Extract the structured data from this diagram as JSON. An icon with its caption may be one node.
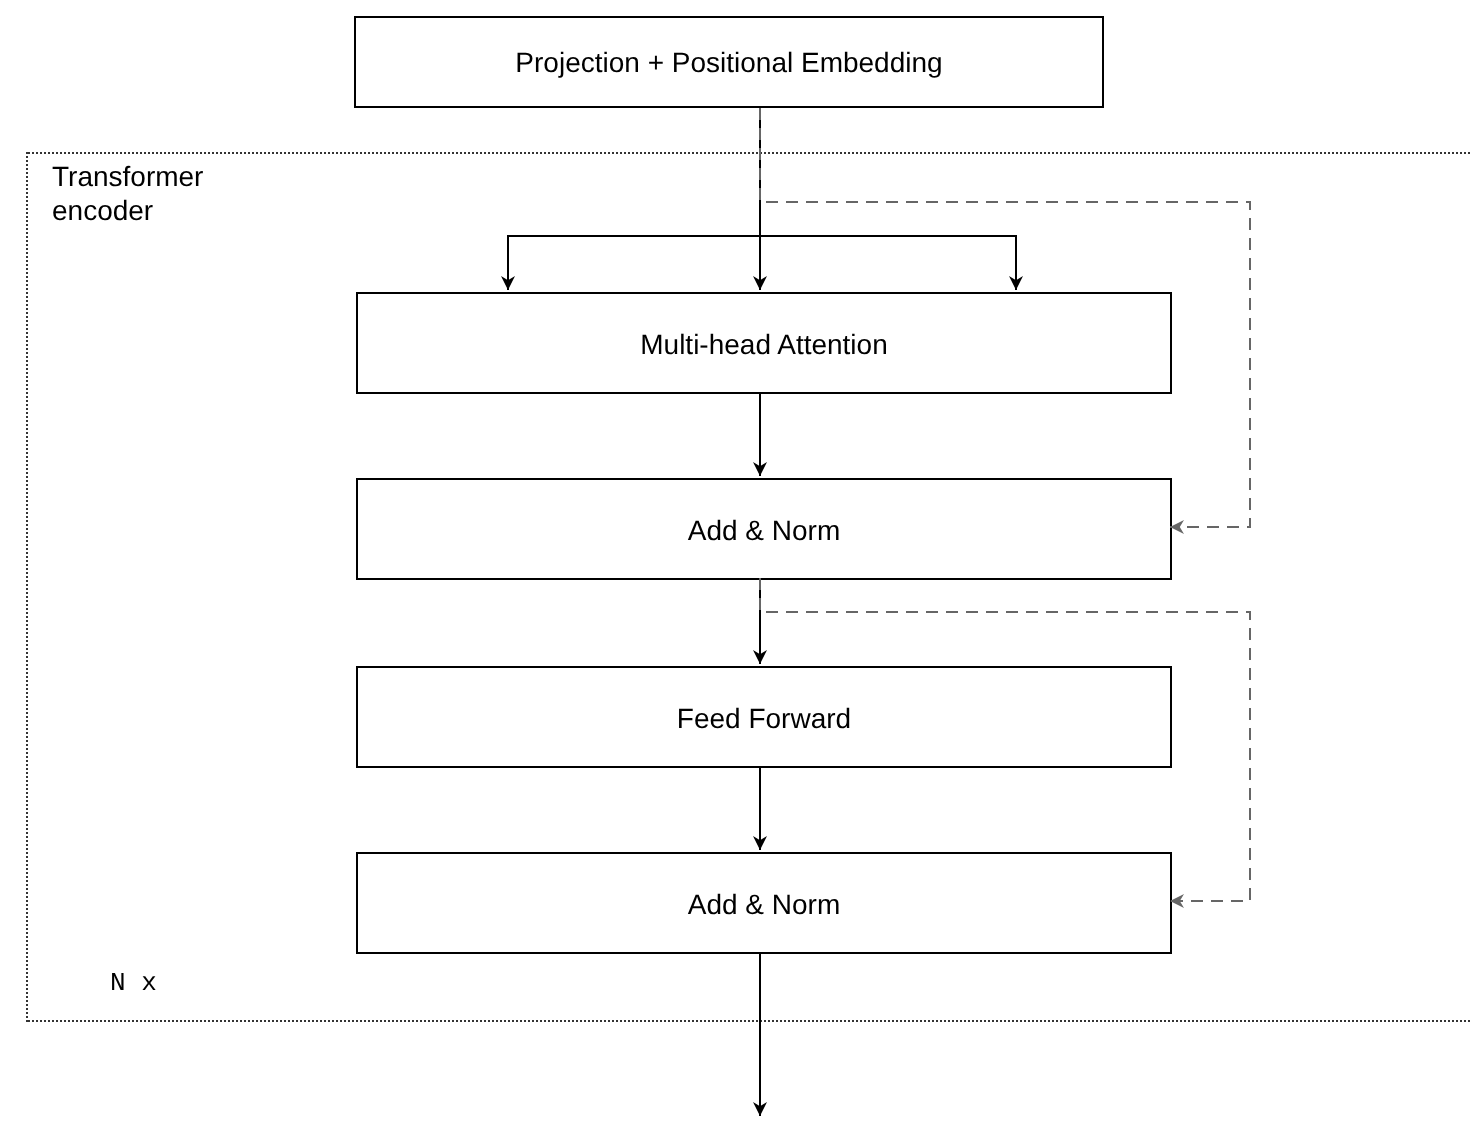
{
  "diagram": {
    "nodes": [
      {
        "text": [
          "Projection + Positional Embedding"
        ]
      },
      {
        "text": [
          "Transformer encoder",
          "N x"
        ]
      },
      {
        "text": [
          "Multi-head Attention"
        ],
        "in": 1
      },
      {
        "text": [
          "Add & Norm"
        ],
        "in": 1
      },
      {
        "text": [
          "Feed Forward"
        ],
        "in": 1
      },
      {
        "text": [
          "Add & Norm"
        ],
        "in": 1
      }
    ],
    "edges": [
      {
        "from": 0,
        "to": 2,
        "arrow": "to"
      },
      {
        "from": 0,
        "to": 2,
        "arrow": "to"
      },
      {
        "from": 0,
        "to": 2,
        "arrow": "to"
      },
      {
        "from": 0,
        "to": 3,
        "arrow": "to",
        "style": "dashed",
        "color": "#666666"
      },
      {
        "from": 2,
        "to": 3,
        "arrow": "to"
      },
      {
        "from": 3,
        "to": 4,
        "arrow": "to"
      },
      {
        "from": 3,
        "to": 5,
        "arrow": "to",
        "style": "dashed",
        "color": "#666666"
      },
      {
        "from": 4,
        "to": 5,
        "arrow": "to"
      },
      {
        "from": 5,
        "to": null,
        "arrow": "to"
      }
    ]
  }
}
